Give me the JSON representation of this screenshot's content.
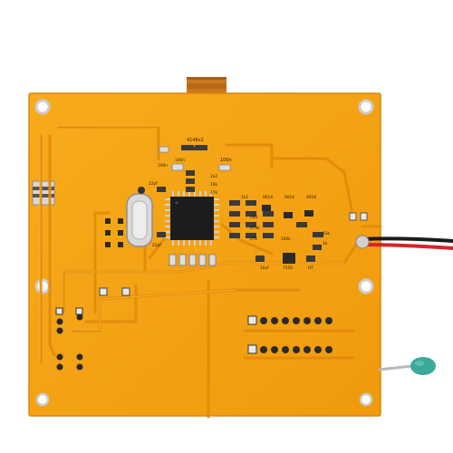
{
  "photo": {
    "subject": "component-tester-pcb-back",
    "colors": {
      "background": "#ffffff",
      "board": "#f5a313",
      "board_edge": "#d8860a",
      "trace": "#e89410",
      "trace_light": "#ffc04a",
      "silkscreen": "#2b1a05",
      "pad": "#e9e9e9",
      "smd": "#3a3a3a",
      "ribbon": "#c9781e",
      "wire_red": "#d8232a",
      "wire_black": "#1b1b1b",
      "probe_tip": "#3aa99b"
    },
    "silkscreen_labels": {
      "diode": "4148x2",
      "c_100n_top": "100n",
      "c_100n_left": "100n",
      "r_2k2": "2k2",
      "r_10k": "10k",
      "r_47k": "47k",
      "c_22pf_top": "22pf",
      "c_22pf_bottom": "22pf",
      "r_1k2": "1k2",
      "q_9014": "9014",
      "q_9014b": "9014",
      "q_9018": "9018",
      "r_680": "680",
      "r_470k": "470k",
      "r_100k": "100k",
      "r_33k": "33k",
      "r_1k": "1k",
      "c_100n_tl": "100n",
      "reg_7550": "7550",
      "c_10uf": "10uf",
      "r_27k": "27k",
      "reg_ht": "HT"
    }
  }
}
